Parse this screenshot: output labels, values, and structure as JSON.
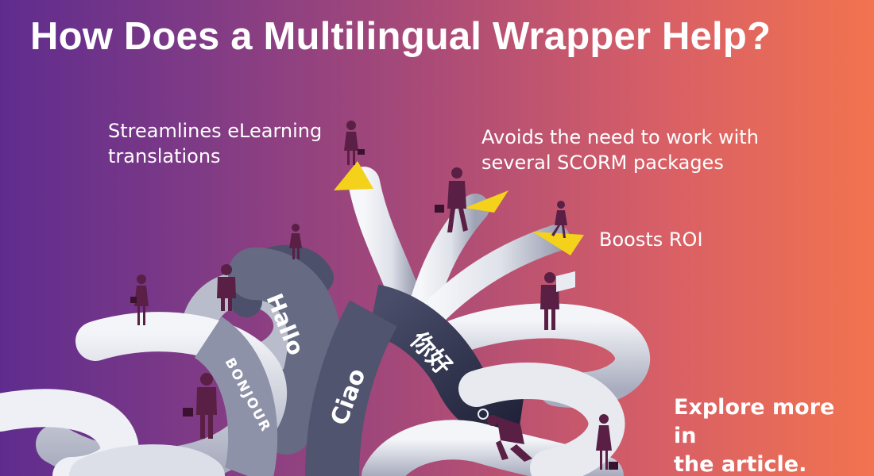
{
  "headline": "How Does a Multilingual Wrapper Help?",
  "benefits": {
    "streamlines_line1": "Streamlines eLearning",
    "streamlines_line2": "translations",
    "avoids_line1": "Avoids the need to work with",
    "avoids_line2": "several SCORM packages",
    "roi": "Boosts ROI"
  },
  "cta": {
    "line1": "Explore more in",
    "line2": "the article."
  },
  "ribbon_words": {
    "hallo": "Hallo",
    "bonjour": "BONJOUR",
    "ciao": "Ciao",
    "nihao": "你好"
  },
  "colors": {
    "gradient_start": "#5f2c8e",
    "gradient_end": "#f2734f",
    "ribbon_light": "#eceef3",
    "ribbon_shadow": "#8f93a5",
    "ribbon_dark": "#2a2d48",
    "flag_yellow": "#f4d11b",
    "figure_plum": "#5a1f45"
  }
}
